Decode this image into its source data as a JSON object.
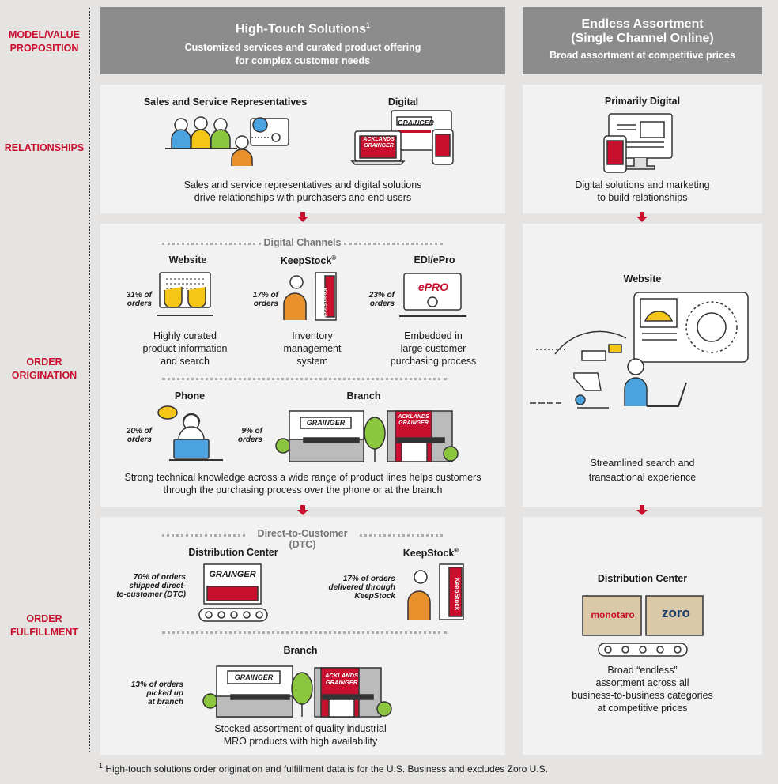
{
  "row_labels": {
    "model_1": "MODEL/VALUE",
    "model_2": "PROPOSITION",
    "relationships": "RELATIONSHIPS",
    "orig_1": "ORDER",
    "orig_2": "ORIGINATION",
    "fulfill_1": "ORDER",
    "fulfill_2": "FULFILLMENT"
  },
  "high_touch": {
    "title": "High-Touch Solutions",
    "title_sup": "1",
    "sub_1": "Customized services and curated product offering",
    "sub_2": "for complex customer needs",
    "relationships": {
      "reps_label": "Sales and Service Representatives",
      "digital_label": "Digital",
      "desc_1": "Sales and service representatives and digital solutions",
      "desc_2": "drive relationships with purchasers and end users",
      "grainger_logo": "GRAINGER",
      "acklands_1": "ACKLANDS",
      "acklands_2": "GRAINGER"
    },
    "origination": {
      "section": "Digital Channels",
      "website": {
        "label": "Website",
        "pct_1": "31% of",
        "pct_2": "orders",
        "d1": "Highly curated",
        "d2": "product information",
        "d3": "and search"
      },
      "keepstock": {
        "label": "KeepStock",
        "reg": "®",
        "pct_1": "17% of",
        "pct_2": "orders",
        "d1": "Inventory",
        "d2": "management",
        "d3": "system",
        "brand": "KeepStock"
      },
      "edi": {
        "label": "EDI/ePro",
        "pct_1": "23% of",
        "pct_2": "orders",
        "d1": "Embedded in",
        "d2": "large customer",
        "d3": "purchasing process",
        "logo": "ePRO"
      },
      "phone": {
        "label": "Phone",
        "pct_1": "20% of",
        "pct_2": "orders"
      },
      "branch": {
        "label": "Branch",
        "pct_1": "9% of",
        "pct_2": "orders"
      },
      "desc_1": "Strong technical knowledge across a wide range of product lines helps customers",
      "desc_2": "through the purchasing process over the phone or at the branch"
    },
    "fulfillment": {
      "section": "Direct-to-Customer (DTC)",
      "dc": {
        "label": "Distribution Center",
        "p1": "70% of orders",
        "p2": "shipped direct-",
        "p3": "to-customer (DTC)"
      },
      "keepstock": {
        "label": "KeepStock",
        "reg": "®",
        "p1": "17% of orders",
        "p2": "delivered through",
        "p3": "KeepStock"
      },
      "branch": {
        "label": "Branch",
        "p1": "13% of orders",
        "p2": "picked up",
        "p3": "at branch"
      },
      "desc_1": "Stocked assortment of quality industrial",
      "desc_2": "MRO products with high availability"
    }
  },
  "endless": {
    "title_1": "Endless Assortment",
    "title_2": "(Single Channel Online)",
    "sub": "Broad assortment at competitive prices",
    "relationships": {
      "label": "Primarily Digital",
      "desc_1": "Digital solutions and marketing",
      "desc_2": "to build relationships"
    },
    "origination": {
      "label": "Website",
      "desc_1": "Streamlined search and",
      "desc_2": "transactional experience"
    },
    "fulfillment": {
      "label": "Distribution Center",
      "monotaro": "monotaro",
      "zoro": "zoro",
      "d1": "Broad “endless”",
      "d2": "assortment across all",
      "d3": "business-to-business categories",
      "d4": "at competitive prices"
    }
  },
  "footnote": {
    "sup": "1",
    "text": "High-touch solutions order origination and fulfillment data is for the U.S. Business and excludes Zoro U.S."
  },
  "colors": {
    "brand_red": "#c8102e",
    "header_gray": "#8d8c8c",
    "panel_bg": "#f3f2f2",
    "accent_yellow": "#f5c518",
    "accent_orange": "#e8912c",
    "accent_blue": "#4aa3df"
  }
}
